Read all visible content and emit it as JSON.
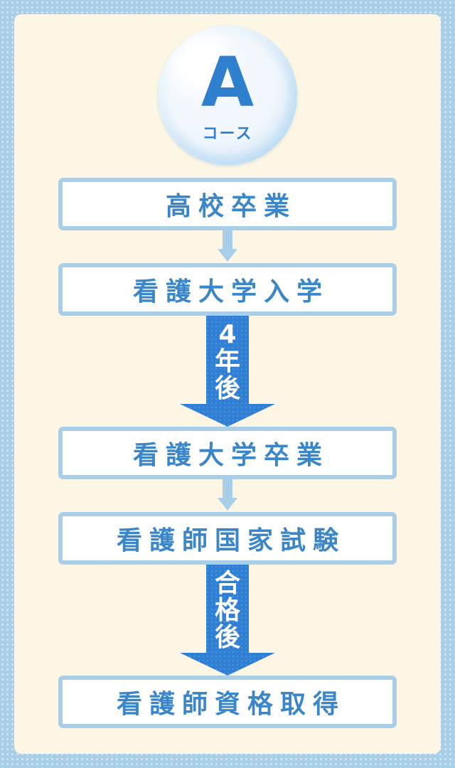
{
  "course": {
    "letter": "A",
    "label": "コース"
  },
  "steps": [
    {
      "label": "高校卒業"
    },
    {
      "label": "看護大学入学"
    },
    {
      "label": "看護大学卒業"
    },
    {
      "label": "看護師国家試験"
    },
    {
      "label": "看護師資格取得"
    }
  ],
  "transitions": [
    {
      "text": "4年後"
    },
    {
      "text": "合格後"
    }
  ],
  "colors": {
    "accent_blue": "#3a86c8",
    "arrow_blue": "#2f7fd4",
    "border_blue": "#a9cfe8",
    "panel_cream": "#fdf6e5"
  }
}
